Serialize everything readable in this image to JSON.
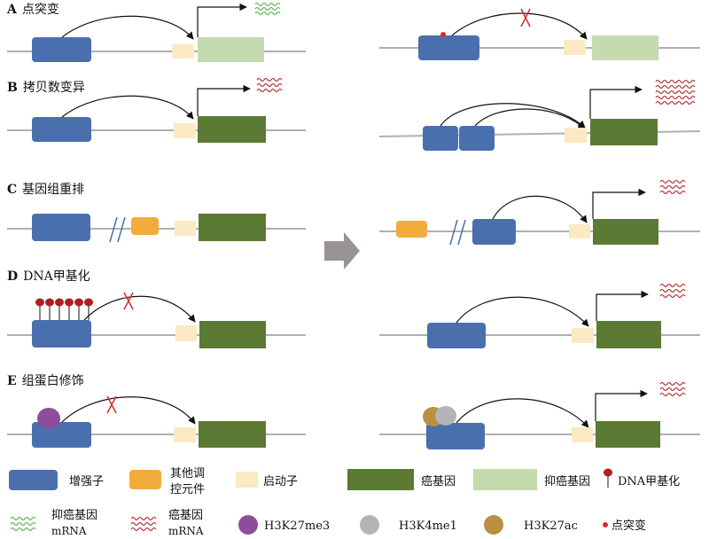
{
  "panels": [
    {
      "letter": "A",
      "title": "点突变"
    },
    {
      "letter": "B",
      "title": "拷贝数变异"
    },
    {
      "letter": "C",
      "title": "基因组重排"
    },
    {
      "letter": "D",
      "title": "DNA甲基化"
    },
    {
      "letter": "E",
      "title": "组蛋白修饰"
    }
  ],
  "legend": {
    "enhancer": "增强子",
    "other_line1": "其他调",
    "other_line2": "控元件",
    "promoter": "启动子",
    "oncogene": "癌基因",
    "tumor_suppressor": "抑癌基因",
    "dna_methylation": "DNA甲基化",
    "tsg_mrna_line1": "抑癌基因",
    "tsg_mrna_line2": "mRNA",
    "onc_mrna_line1": "癌基因",
    "onc_mrna_line2": "mRNA",
    "h3k27me3": "H3K27me3",
    "h3k4me1": "H3K4me1",
    "h3k27ac": "H3K27ac",
    "point_mutation": "点突变"
  },
  "colors": {
    "enhancer": "#4a6fad",
    "other": "#f2ac3b",
    "promoter": "#fae9c3",
    "oncogene": "#5b7a34",
    "tumor_suppressor": "#c3dbae",
    "mutation": "#d9282b",
    "h3k27me3": "#8c4e9b",
    "h3k4me1": "#b2b4b8",
    "h3k27ac": "#b8903f",
    "line": "#b0b0b0"
  }
}
